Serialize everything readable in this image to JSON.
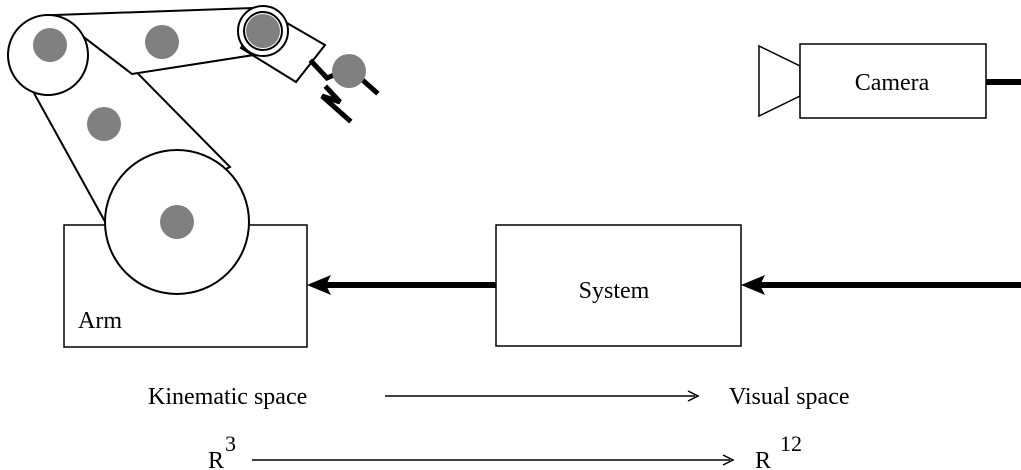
{
  "labels": {
    "camera": "Camera",
    "system": "System",
    "arm": "Arm",
    "kinematic_space": "Kinematic space",
    "visual_space": "Visual space",
    "r_base_left": "R",
    "r_exp_left": "3",
    "r_base_right": "R",
    "r_exp_right": "12"
  },
  "colors": {
    "stroke": "#000000",
    "joint": "#808080",
    "background": "#ffffff"
  }
}
